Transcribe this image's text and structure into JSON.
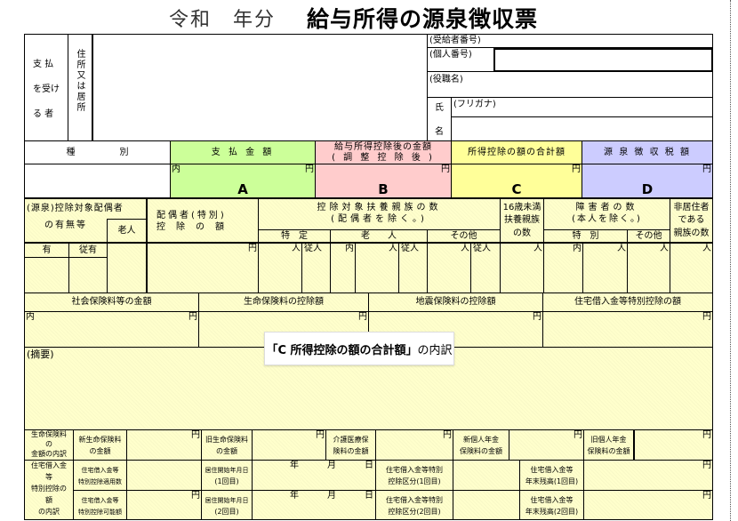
{
  "title": {
    "era": "令和　年分",
    "main": "給与所得の源泉徴収票"
  },
  "recipient": {
    "label_lines": [
      "支 払",
      "を受け",
      "る 者"
    ],
    "address_label": "住所又は居所",
    "recipient_number_label": "(受給者番号)",
    "personal_number_label": "(個人番号)",
    "title_label": "(役職名)",
    "name_label": [
      "氏",
      "名"
    ],
    "furigana_label": "(フリガナ)"
  },
  "amounts": {
    "type_label": "種　　　　　別",
    "columns": [
      {
        "header": "支 払 金 額",
        "letter": "A",
        "color": "#ccff99",
        "inner": "内",
        "unit": "円"
      },
      {
        "header": "給与所得控除後の金額\n( 調 整 控 除 後 )",
        "header1": "給与所得控除後の金額",
        "header2": "( 調 整 控 除 後 )",
        "letter": "B",
        "color": "#ffcccc",
        "unit": "円"
      },
      {
        "header": "所得控除の額の合計額",
        "letter": "C",
        "color": "#ffff99",
        "unit": "円"
      },
      {
        "header": "源 泉 徴 収 税 額",
        "letter": "D",
        "color": "#ccccff",
        "unit": "円"
      }
    ]
  },
  "dependents": {
    "spouse_header1": "(源泉)控除対象配偶者",
    "spouse_header2": "の有無等",
    "elderly": "老人",
    "has": "有",
    "secondary_has": "従有",
    "spouse_deduction1": "配偶者(特別)",
    "spouse_deduction2": "控　除　の　額",
    "yen": "円",
    "dependents_header1": "控除対象扶養親族の数",
    "dependents_header2": "(配偶者を除く。)",
    "specific": "特　定",
    "elderly2": "老　　人",
    "other": "その他",
    "person": "人",
    "secondary_person": "従人",
    "inner": "内",
    "under16": [
      "16歳未満",
      "扶養親族",
      "の数"
    ],
    "disabled_header1": "障害者の数",
    "disabled_header2": "(本人を除く。)",
    "special": "特　別",
    "disabled_other": "その他",
    "nonresident": [
      "非居住者",
      "である",
      "親族の数"
    ]
  },
  "insurance": {
    "social": "社会保険料等の金額",
    "life": "生命保険料の控除額",
    "earthquake": "地震保険料の控除額",
    "housing": "住宅借入金等特別控除の額",
    "inner": "内",
    "yen": "円"
  },
  "summary_label": "(摘要)",
  "popup": {
    "bold": "「C 所得控除の額の合計額」",
    "rest": "の内訳"
  },
  "life_breakdown": {
    "label": [
      "生命保険料",
      "の",
      "金額の内訳"
    ],
    "new_life": [
      "新生命保険料",
      "の金額"
    ],
    "old_life": [
      "旧生命保険料",
      "の金額"
    ],
    "care": [
      "介護医療保",
      "険料の金額"
    ],
    "new_pension": [
      "新個人年金",
      "保険料の金額"
    ],
    "old_pension": [
      "旧個人年金",
      "保険料の金額"
    ],
    "yen": "円"
  },
  "housing_breakdown": {
    "label": [
      "住宅借入金",
      "等",
      "特別控除の",
      "額",
      "の内訳"
    ],
    "applicable": [
      "住宅借入金等",
      "特別控除適用数"
    ],
    "possible": [
      "住宅借入金等",
      "特別控除可能額"
    ],
    "start1": [
      "居住開始年月日",
      "(1回目)"
    ],
    "start2": [
      "居住開始年月日",
      "(2回目)"
    ],
    "year": "年",
    "month": "月",
    "day": "日",
    "category1": [
      "住宅借入金等特別",
      "控除区分(1回目)"
    ],
    "category2": [
      "住宅借入金等特別",
      "控除区分(2回目)"
    ],
    "balance1": [
      "住宅借入金等",
      "年末残高(1回目)"
    ],
    "balance2": [
      "住宅借入金等",
      "年末残高(2回目)"
    ],
    "yen": "円"
  }
}
